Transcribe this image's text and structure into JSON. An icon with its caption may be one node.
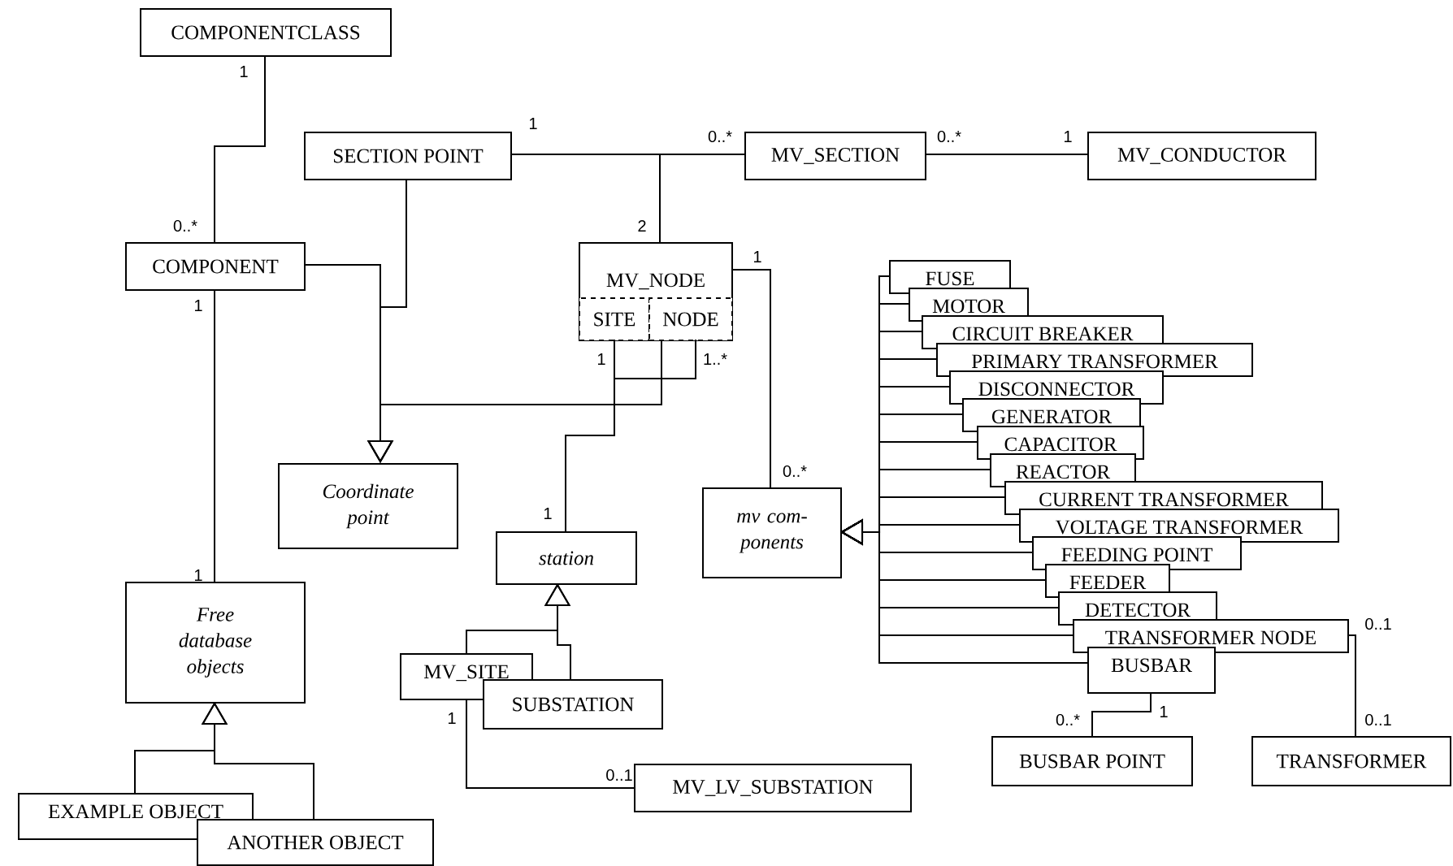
{
  "diagram": {
    "nodes": [
      {
        "text": [
          "COMPONENTCLASS"
        ]
      },
      {
        "text": [
          "SECTION POINT"
        ]
      },
      {
        "text": [
          "MV_SECTION"
        ]
      },
      {
        "text": [
          "MV_CONDUCTOR"
        ]
      },
      {
        "text": [
          "COMPONENT"
        ]
      },
      {
        "text": [
          "MV_NODE"
        ]
      },
      {
        "text": [
          "SITE"
        ],
        "in": 5
      },
      {
        "text": [
          "NODE"
        ],
        "in": 5
      },
      {
        "text": [
          "FUSE"
        ]
      },
      {
        "text": [
          "MOTOR"
        ]
      },
      {
        "text": [
          "CIRCUIT BREAKER"
        ]
      },
      {
        "text": [
          "PRIMARY TRANSFORMER"
        ]
      },
      {
        "text": [
          "DISCONNECTOR"
        ]
      },
      {
        "text": [
          "GENERATOR"
        ]
      },
      {
        "text": [
          "CAPACITOR"
        ]
      },
      {
        "text": [
          "REACTOR"
        ]
      },
      {
        "text": [
          "CURRENT TRANSFORMER"
        ]
      },
      {
        "text": [
          "VOLTAGE TRANSFORMER"
        ]
      },
      {
        "text": [
          "FEEDING POINT"
        ]
      },
      {
        "text": [
          "FEEDER"
        ]
      },
      {
        "text": [
          "DETECTOR"
        ]
      },
      {
        "text": [
          "TRANSFORMER NODE"
        ]
      },
      {
        "text": [
          "BUSBAR"
        ]
      },
      {
        "text": [
          "Coordinate point"
        ]
      },
      {
        "text": [
          "mv com- ponents"
        ]
      },
      {
        "text": [
          "station"
        ]
      },
      {
        "text": [
          "Free database objects"
        ]
      },
      {
        "text": [
          "MV_SITE"
        ]
      },
      {
        "text": [
          "SUBSTATION"
        ]
      },
      {
        "text": [
          "BUSBAR POINT"
        ]
      },
      {
        "text": [
          "TRANSFORMER"
        ]
      },
      {
        "text": [
          "MV_LV_SUBSTATION"
        ]
      },
      {
        "text": [
          "EXAMPLE OBJECT"
        ]
      },
      {
        "text": [
          "ANOTHER OBJECT"
        ]
      }
    ],
    "edges": [
      {
        "from": 0,
        "to": 4,
        "arrow": "none"
      },
      {
        "from": 1,
        "to": 2,
        "arrow": "none"
      },
      {
        "from": 5,
        "to": 2,
        "arrow": "none"
      },
      {
        "from": 2,
        "to": 3,
        "arrow": "none"
      },
      {
        "from": 4,
        "to": 23,
        "arrow": "to"
      },
      {
        "from": 1,
        "to": 23,
        "arrow": "to"
      },
      {
        "from": 7,
        "to": 23,
        "arrow": "to"
      },
      {
        "from": 6,
        "to": 25,
        "arrow": "none"
      },
      {
        "from": 7,
        "to": 25,
        "arrow": "none"
      },
      {
        "from": 5,
        "to": 24,
        "arrow": "none"
      },
      {
        "from": 8,
        "to": 24,
        "arrow": "to"
      },
      {
        "from": 9,
        "to": 24,
        "arrow": "to"
      },
      {
        "from": 10,
        "to": 24,
        "arrow": "to"
      },
      {
        "from": 11,
        "to": 24,
        "arrow": "to"
      },
      {
        "from": 12,
        "to": 24,
        "arrow": "to"
      },
      {
        "from": 13,
        "to": 24,
        "arrow": "to"
      },
      {
        "from": 14,
        "to": 24,
        "arrow": "to"
      },
      {
        "from": 15,
        "to": 24,
        "arrow": "to"
      },
      {
        "from": 16,
        "to": 24,
        "arrow": "to"
      },
      {
        "from": 17,
        "to": 24,
        "arrow": "to"
      },
      {
        "from": 18,
        "to": 24,
        "arrow": "to"
      },
      {
        "from": 19,
        "to": 24,
        "arrow": "to"
      },
      {
        "from": 20,
        "to": 24,
        "arrow": "to"
      },
      {
        "from": 21,
        "to": 24,
        "arrow": "to"
      },
      {
        "from": 22,
        "to": 24,
        "arrow": "to"
      },
      {
        "from": 21,
        "to": 30,
        "arrow": "none"
      },
      {
        "from": 22,
        "to": 29,
        "arrow": "none"
      },
      {
        "from": 27,
        "to": 25,
        "arrow": "to"
      },
      {
        "from": 28,
        "to": 25,
        "arrow": "to"
      },
      {
        "from": 27,
        "to": 31,
        "arrow": "none"
      },
      {
        "from": 4,
        "to": 26,
        "arrow": "none"
      },
      {
        "from": 32,
        "to": 26,
        "arrow": "to"
      },
      {
        "from": 33,
        "to": 26,
        "arrow": "to"
      }
    ],
    "labels": [
      "1",
      "1",
      "0..*",
      "0..*",
      "1",
      "0..*",
      "2",
      "1",
      "1",
      "1",
      "1..*",
      "0..*",
      "1",
      "1",
      "1",
      "0..1",
      "0..1",
      "1",
      "0..*",
      "0..1"
    ]
  }
}
